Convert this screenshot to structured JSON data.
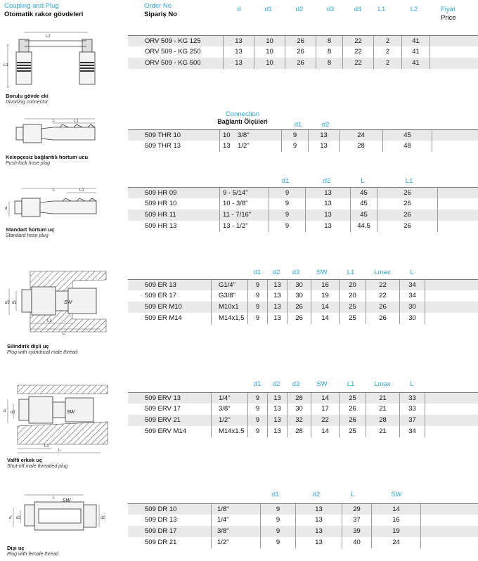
{
  "header": {
    "title_en": "Coupling and Plug",
    "title_tr": "Otomatik rakor gövdeleri",
    "order_en": "Order No",
    "order_tr": "Sipariş No",
    "cols": [
      "d",
      "d1",
      "d2",
      "d3",
      "d4",
      "L1",
      "L2"
    ],
    "price_tr": "Fiyat",
    "price_en": "Price"
  },
  "s1": {
    "caption_tr": "Borulu  gövde eki",
    "caption_en": "Divorting connector",
    "rows": [
      [
        "ORV 509 - KG 125",
        "13",
        "10",
        "26",
        "8",
        "22",
        "2",
        "41"
      ],
      [
        "ORV 509 - KG 250",
        "13",
        "10",
        "26",
        "8",
        "22",
        "2",
        "41"
      ],
      [
        "ORV 509 - KG 500",
        "13",
        "10",
        "26",
        "8",
        "22",
        "2",
        "41"
      ]
    ]
  },
  "s2": {
    "conn_en": "Connection",
    "conn_tr": "Bağlantı Ölçüleri",
    "cols": [
      "d1",
      "d2"
    ],
    "caption_tr": "Kelepçesiz bağlantılı hortum ucu",
    "caption_en": "Push-lock hose plug",
    "rows": [
      [
        "509 THR 10",
        "10",
        "3/8\"",
        "9",
        "13",
        "24",
        "45"
      ],
      [
        "509 THR 13",
        "13",
        "1/2\"",
        "9",
        "13",
        "28",
        "48"
      ]
    ]
  },
  "s3": {
    "cols": [
      "d1",
      "d2",
      "L",
      "L1"
    ],
    "caption_tr": "Standart hortum uç",
    "caption_en": "Standard hose plug",
    "rows": [
      [
        "509 HR 09",
        "9 - 5/14\"",
        "9",
        "13",
        "45",
        "26"
      ],
      [
        "509 HR 10",
        "10 - 3/8\"",
        "9",
        "13",
        "45",
        "26"
      ],
      [
        "509 HR 11",
        "11 - 7/16\"",
        "9",
        "13",
        "45",
        "26"
      ],
      [
        "509 HR 13",
        "13 - 1/2\"",
        "9",
        "13",
        "44.5",
        "26"
      ]
    ]
  },
  "s4": {
    "cols": [
      "d1",
      "d2",
      "d3",
      "SW",
      "L1",
      "Lmax",
      "L"
    ],
    "caption_tr": "Silindirik dişli uç",
    "caption_en": "Plug with cylindrical male thread",
    "rows": [
      [
        "509 ER 13",
        "G1/4\"",
        "9",
        "13",
        "30",
        "16",
        "20",
        "22",
        "34"
      ],
      [
        "509 ER 17",
        "G3/8\"",
        "9",
        "13",
        "30",
        "19",
        "20",
        "22",
        "34"
      ],
      [
        "509 ER M10",
        "M10x1",
        "9",
        "13",
        "26",
        "14",
        "25",
        "26",
        "30"
      ],
      [
        "509 ER M14",
        "M14x1,5",
        "9",
        "13",
        "26",
        "14",
        "25",
        "26",
        "30"
      ]
    ]
  },
  "s5": {
    "cols": [
      "d1",
      "d2",
      "d3",
      "SW",
      "L1",
      "Lmax",
      "L"
    ],
    "caption_tr": "Valfli erkek uç",
    "caption_en": "Shut-off male threaded plug",
    "rows": [
      [
        "509 ERV 13",
        "1/4\"",
        "9",
        "13",
        "28",
        "14",
        "25",
        "21",
        "33"
      ],
      [
        "509 ERV 17",
        "3/8\"",
        "9",
        "13",
        "30",
        "17",
        "26",
        "21",
        "33"
      ],
      [
        "509 ERV 21",
        "1/2\"",
        "9",
        "13",
        "32",
        "22",
        "26",
        "28",
        "37"
      ],
      [
        "509 ERV M14",
        "M14x1.5",
        "9",
        "13",
        "28",
        "14",
        "25",
        "21",
        "34"
      ]
    ]
  },
  "s6": {
    "cols": [
      "d1",
      "d2",
      "L",
      "SW"
    ],
    "caption_tr": "Dişi uç",
    "caption_en": "Plug with female thread",
    "rows": [
      [
        "509 DR 10",
        "1/8\"",
        "9",
        "13",
        "29",
        "14"
      ],
      [
        "509 DR 13",
        "1/4\"",
        "9",
        "13",
        "37",
        "16"
      ],
      [
        "509 DR 17",
        "3/8\"",
        "9",
        "13",
        "39",
        "19"
      ],
      [
        "509 DR 21",
        "1/2\"",
        "9",
        "13",
        "40",
        "24"
      ]
    ]
  },
  "drawing_labels": {
    "d": "d",
    "d1": "d1",
    "d2": "d2",
    "d3": "d3",
    "L": "L",
    "L1": "L1",
    "L2": "L2",
    "SW": "SW"
  }
}
